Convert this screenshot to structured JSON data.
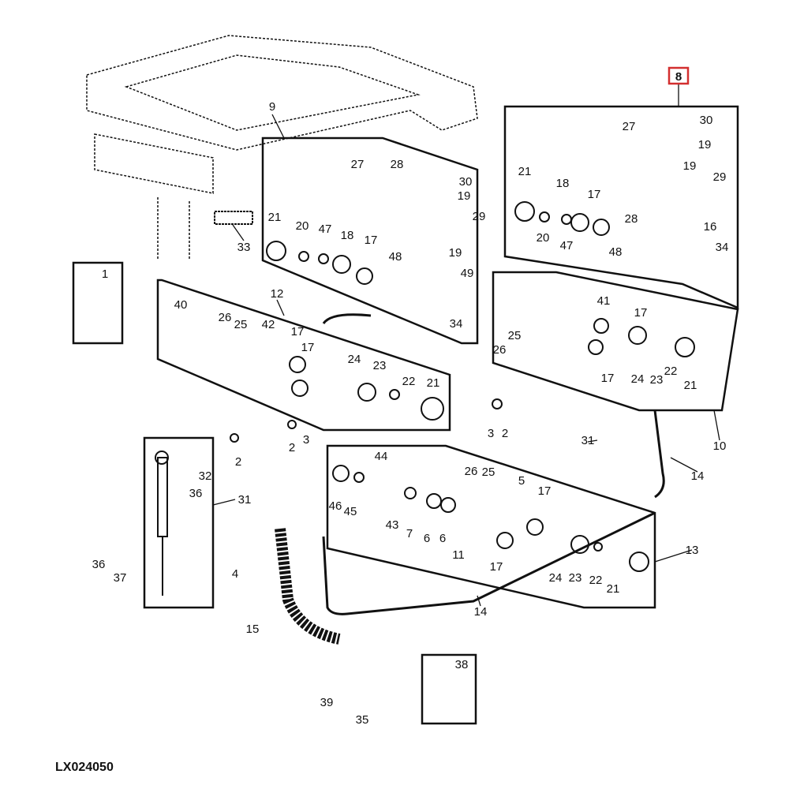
{
  "diagram": {
    "drawing_code": "LX024050",
    "highlighted_callout": "8",
    "highlight_color": "#d32f2f",
    "line_color": "#111111",
    "callouts": [
      "8",
      "27",
      "30",
      "19",
      "21",
      "18",
      "17",
      "19",
      "29",
      "28",
      "20",
      "47",
      "16",
      "48",
      "34",
      "9",
      "27",
      "28",
      "30",
      "19",
      "21",
      "20",
      "47",
      "18",
      "17",
      "29",
      "19",
      "48",
      "49",
      "34",
      "33",
      "1",
      "12",
      "40",
      "26",
      "25",
      "42",
      "17",
      "17",
      "24",
      "23",
      "22",
      "21",
      "2",
      "3",
      "2",
      "41",
      "17",
      "26",
      "25",
      "17",
      "24",
      "23",
      "22",
      "21",
      "10",
      "3",
      "2",
      "31",
      "14",
      "32",
      "36",
      "31",
      "44",
      "26",
      "25",
      "5",
      "46",
      "45",
      "43",
      "7",
      "6",
      "6",
      "17",
      "11",
      "17",
      "24",
      "23",
      "22",
      "21",
      "13",
      "14",
      "36",
      "37",
      "4",
      "15",
      "39",
      "35",
      "38"
    ]
  }
}
